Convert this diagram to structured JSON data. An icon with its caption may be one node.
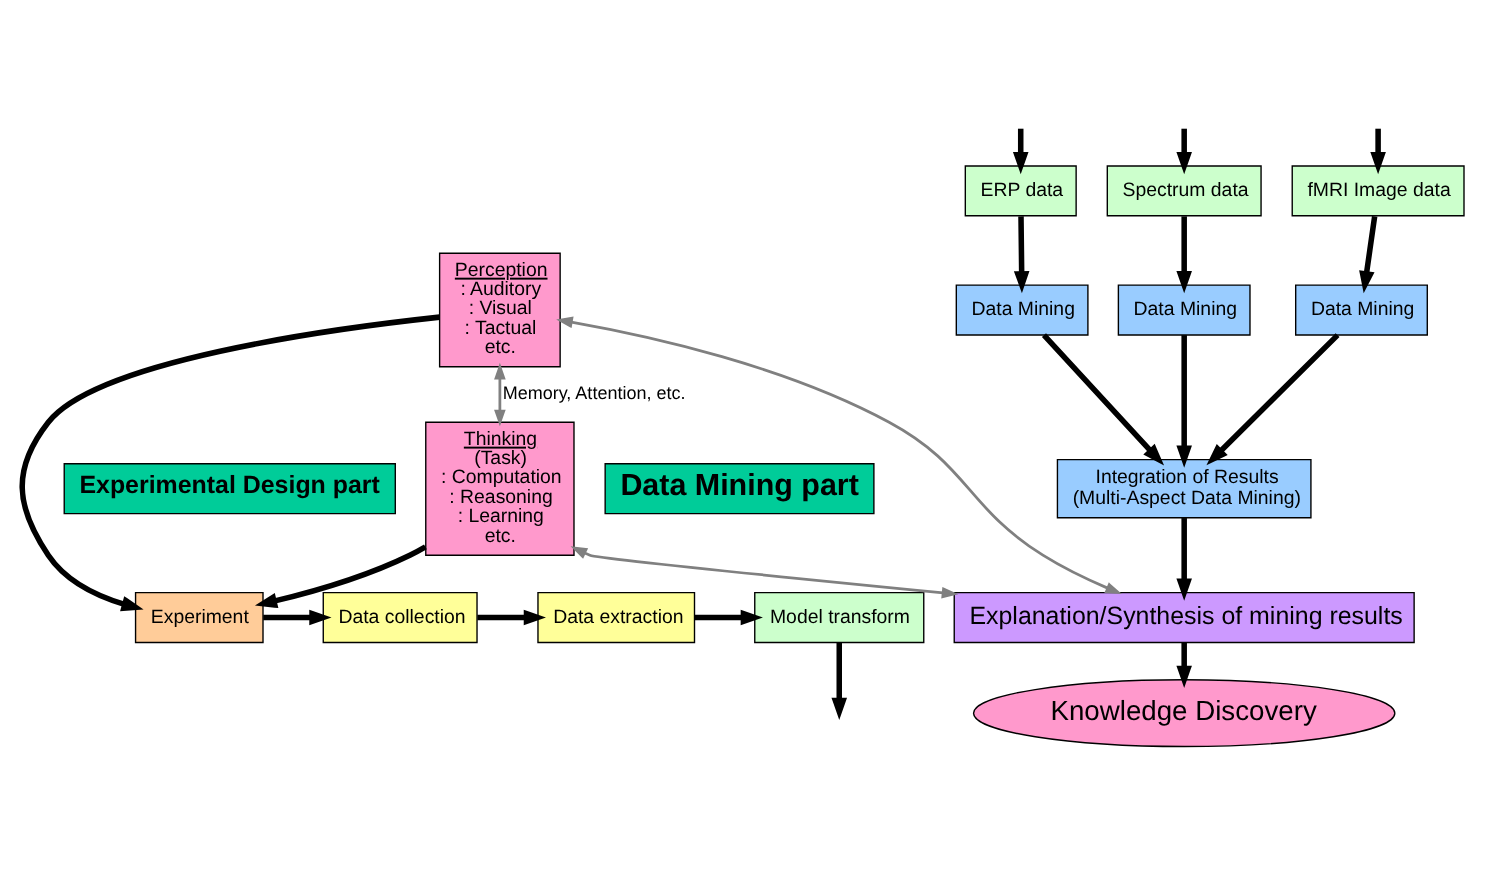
{
  "diagram": {
    "nodes": [
      {
        "text": [
          "Experimental Design part"
        ]
      },
      {
        "text": [
          "Data Mining part"
        ]
      },
      {
        "text": [
          "Experiment"
        ]
      },
      {
        "text": [
          "Data collection"
        ]
      },
      {
        "text": [
          "Data extraction"
        ]
      },
      {
        "text": [
          "Model transform"
        ]
      },
      {
        "text": [
          "Perception",
          ": Auditory : Visual : Tactual etc."
        ]
      },
      {
        "text": [
          "Integration of Results",
          "(Multi-Aspect Data Mining)"
        ]
      },
      {
        "text": [
          "Data Mining"
        ]
      },
      {
        "text": [
          "ERP data"
        ]
      },
      {
        "text": [
          "Data Mining"
        ]
      },
      {
        "text": [
          "Spectrum data"
        ]
      },
      {
        "text": [
          "Data Mining"
        ]
      },
      {
        "text": [
          "fMRI Image data"
        ]
      },
      {
        "text": [
          "Thinking",
          "(Task) : Computation : Reasoning : Learning etc."
        ]
      },
      {
        "text": [
          "Explanation/Synthesis of mining results"
        ]
      },
      {
        "text": [
          "Knowledge Discovery"
        ]
      }
    ],
    "edges": [
      {
        "from": 2,
        "to": 3,
        "arrow": "to"
      },
      {
        "from": 3,
        "to": 4,
        "arrow": "to"
      },
      {
        "from": 4,
        "to": 5,
        "arrow": "to"
      },
      {
        "from": 5,
        "to": null,
        "arrow": "to"
      },
      {
        "from": null,
        "to": 9,
        "arrow": "to"
      },
      {
        "from": null,
        "to": 11,
        "arrow": "to"
      },
      {
        "from": null,
        "to": 13,
        "arrow": "to"
      },
      {
        "from": 9,
        "to": 8,
        "arrow": "to"
      },
      {
        "from": 11,
        "to": 10,
        "arrow": "to"
      },
      {
        "from": 13,
        "to": 12,
        "arrow": "to"
      },
      {
        "from": 8,
        "to": 7,
        "arrow": "to"
      },
      {
        "from": 10,
        "to": 7,
        "arrow": "to"
      },
      {
        "from": 12,
        "to": 7,
        "arrow": "to"
      },
      {
        "from": 7,
        "to": 15,
        "arrow": "to"
      },
      {
        "from": 15,
        "to": 16,
        "arrow": "to"
      },
      {
        "from": 6,
        "to": 2,
        "arrow": "to"
      },
      {
        "from": 14,
        "to": 2,
        "arrow": "to"
      },
      {
        "from": 6,
        "to": 14,
        "arrow": "both",
        "label": "Memory, Attention, etc.",
        "color": "#808080"
      },
      {
        "from": 6,
        "to": 15,
        "arrow": "both",
        "color": "#808080"
      },
      {
        "from": 14,
        "to": 15,
        "arrow": "both",
        "color": "#808080"
      }
    ]
  }
}
